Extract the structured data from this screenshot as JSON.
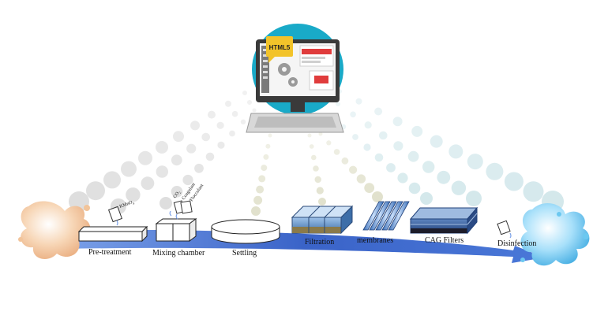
{
  "computer": {
    "badge_text": "HTML5"
  },
  "process": {
    "steps": [
      {
        "id": "pretreatment",
        "label": "Pre-treatment"
      },
      {
        "id": "mixing",
        "label": "Mixing chamber"
      },
      {
        "id": "settling",
        "label": "Settling"
      },
      {
        "id": "filtration",
        "label": "Filtration"
      },
      {
        "id": "membranes",
        "label": "membranes"
      },
      {
        "id": "cag",
        "label": "CAG Filters"
      },
      {
        "id": "disinfection",
        "label": "Disinfection"
      }
    ],
    "chemicals": {
      "kmno4": "KMnO",
      "kmno4_sub": "4",
      "co2": "CO",
      "co2_sub": "2",
      "coagulant": "Coagulant",
      "flocculant": "Flocculant"
    }
  },
  "colors": {
    "flow_arrow": "#3a63c8",
    "monitor_circle": "#19aac8",
    "raw_water": "#f2c49a",
    "clean_water": "#6cc8f0",
    "dots_left": "#d8d8d8",
    "dots_mid": "#dcdcc4",
    "dots_right": "#cce4e8",
    "filter_media": "#6e8fb8"
  }
}
